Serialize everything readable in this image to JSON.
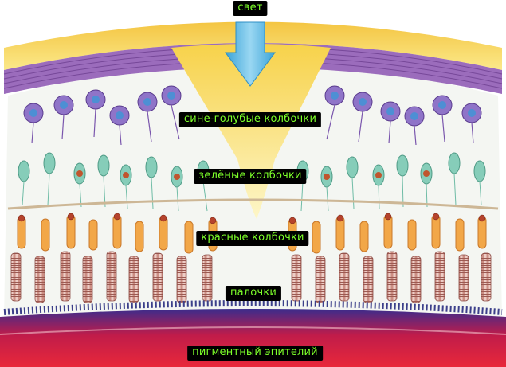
{
  "labels": {
    "light": "свет",
    "blue_cones": "сине-голубые колбочки",
    "green_cones": "зелёные колбочки",
    "red_cones": "красные колбочки",
    "rods": "палочки",
    "pigment_epithelium": "пигментный эпителий"
  },
  "icons": {
    "light_arrow": "down-arrow-icon"
  },
  "colors": {
    "label_bg": "#000000",
    "label_text": "#7dff2a",
    "arrow_fill": "#6ec6ea",
    "nerve_layer": "#8a5aa8",
    "blue_cells": "#8a6cc4",
    "green_cells": "#7fc9b6",
    "red_cells": "#f0a03c",
    "rod_outer": "#c98e84",
    "pigment_layer": "#d8203a"
  }
}
